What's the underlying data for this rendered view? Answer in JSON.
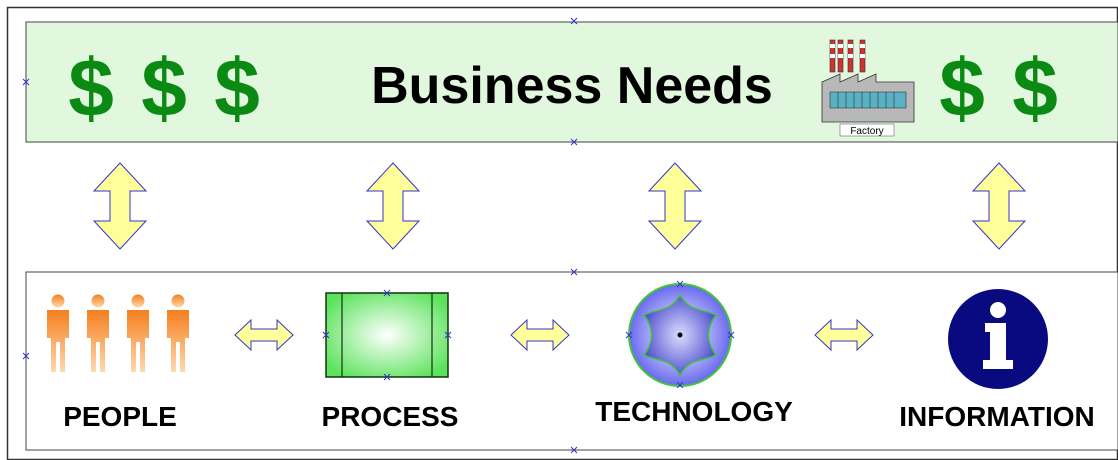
{
  "header": {
    "title": "Business Needs",
    "dollar_symbol": "$",
    "factory_label": "Factory",
    "bg_color": "#e2f8de",
    "dollar_color": "#0a8a12"
  },
  "components": [
    {
      "id": "people",
      "label": "PEOPLE",
      "icon": "people-icon"
    },
    {
      "id": "process",
      "label": "PROCESS",
      "icon": "process-icon"
    },
    {
      "id": "technology",
      "label": "TECHNOLOGY",
      "icon": "technology-icon"
    },
    {
      "id": "information",
      "label": "INFORMATION",
      "icon": "information-icon"
    }
  ],
  "colors": {
    "arrow_fill": "#ffff99",
    "arrow_stroke": "#3333cc",
    "people_orange": "#f57f1f",
    "process_green": "#5ce35c",
    "technology_blue": "#7f7ff5",
    "information_navy": "#0a0a80"
  }
}
